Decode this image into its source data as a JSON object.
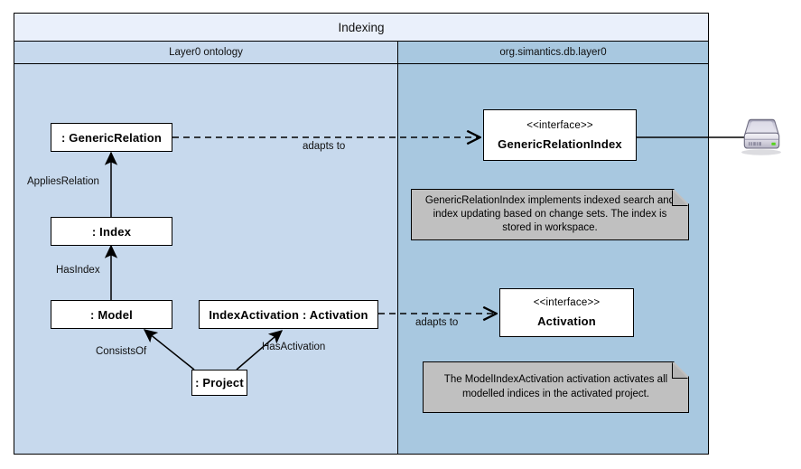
{
  "diagram": {
    "title": "Indexing",
    "panels": {
      "left": {
        "label": "Layer0 ontology"
      },
      "right": {
        "label": "org.simantics.db.layer0"
      }
    }
  },
  "nodes": {
    "generic_relation": {
      "name": ": GenericRelation"
    },
    "index": {
      "name": ": Index"
    },
    "model": {
      "name": ": Model"
    },
    "index_activation": {
      "name": "IndexActivation : Activation"
    },
    "project": {
      "name": ": Project"
    },
    "generic_relation_index": {
      "stereotype": "<<interface>>",
      "name": "GenericRelationIndex"
    },
    "activation": {
      "stereotype": "<<interface>>",
      "name": "Activation"
    }
  },
  "edges": {
    "applies_relation": {
      "label": "AppliesRelation"
    },
    "has_index": {
      "label": "HasIndex"
    },
    "consists_of": {
      "label": "ConsistsOf"
    },
    "has_activation": {
      "label": "HasActivation"
    },
    "adapts_to_top": {
      "label": "adapts to"
    },
    "adapts_to_bottom": {
      "label": "adapts to"
    }
  },
  "notes": {
    "note_index": {
      "text": "GenericRelationIndex implements indexed search and index updating based on change sets. The index is stored in workspace."
    },
    "note_activation": {
      "text": "The ModelIndexActivation activation activates all modelled indices in the activated project."
    }
  },
  "icons": {
    "storage": {
      "name": "external-hard-drive-icon"
    }
  },
  "colors": {
    "title_bar": "#eaf0fb",
    "panel_left": "#c7d9ed",
    "panel_right": "#a8c8e0",
    "note_bg": "#c0c0c0",
    "box_bg": "#ffffff",
    "stroke": "#000000"
  }
}
